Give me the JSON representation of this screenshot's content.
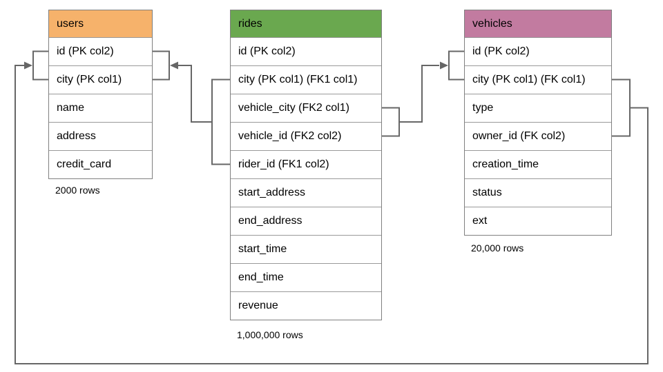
{
  "diagram": {
    "kind": "database-schema",
    "colors": {
      "connector": "#666666",
      "table_border": "#7f7f7f",
      "row_border": "#999999",
      "background": "#ffffff",
      "users_header": "#f6b26b",
      "rides_header": "#6aa84f",
      "vehicles_header": "#c27ba0"
    },
    "tables": {
      "users": {
        "title": "users",
        "header_color": "#f6b26b",
        "caption": "2000 rows",
        "rows": [
          "id (PK col2)",
          "city (PK col1)",
          "name",
          "address",
          "credit_card"
        ]
      },
      "rides": {
        "title": "rides",
        "header_color": "#6aa84f",
        "caption": "1,000,000 rows",
        "rows": [
          "id (PK col2)",
          "city (PK col1) (FK1 col1)",
          "vehicle_city (FK2 col1)",
          "vehicle_id (FK2 col2)",
          "rider_id (FK1 col2)",
          "start_address",
          "end_address",
          "start_time",
          "end_time",
          "revenue"
        ]
      },
      "vehicles": {
        "title": "vehicles",
        "header_color": "#c27ba0",
        "caption": "20,000 rows",
        "rows": [
          "id (PK col2)",
          "city (PK col1) (FK col1)",
          "type",
          "owner_id (FK col2)",
          "creation_time",
          "status",
          "ext"
        ]
      }
    },
    "relationships": [
      {
        "name": "rides FK1 -> users",
        "from": "rides (city, rider_id)",
        "to": "users (city, id)"
      },
      {
        "name": "rides FK2 -> vehicles",
        "from": "rides (vehicle_city, vehicle_id)",
        "to": "vehicles (city, id)"
      },
      {
        "name": "vehicles FK -> users",
        "from": "vehicles (city, owner_id)",
        "to": "users (city, id)"
      }
    ]
  }
}
